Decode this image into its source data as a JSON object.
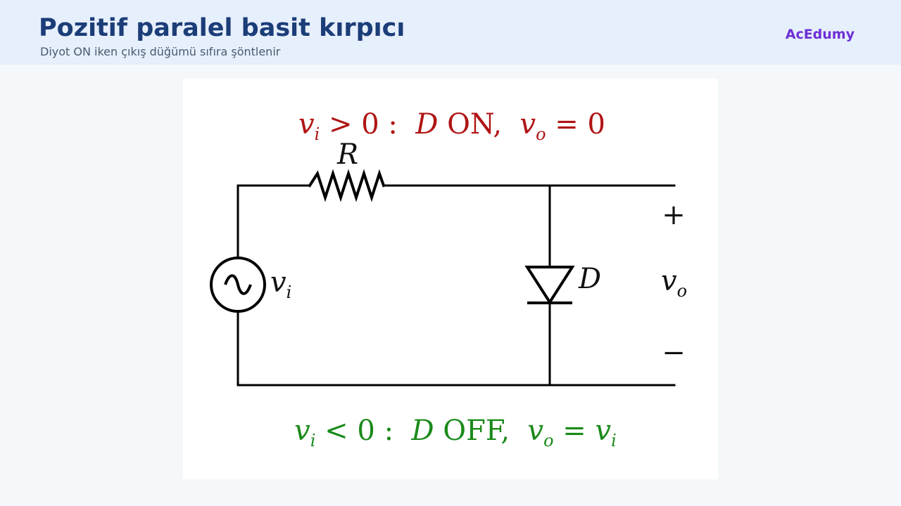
{
  "header": {
    "title": "Pozitif paralel basit kırpıcı",
    "subtitle": "Diyot ON iken çıkış düğümü sıfıra şöntlenir",
    "brand": "AcEdumy"
  },
  "diagram": {
    "condition_on": {
      "v": "v",
      "i": "i",
      "relation": " > 0 :  ",
      "diode": "D",
      "state": " ON,  ",
      "vo_v": "v",
      "vo_o": "o",
      "result": " = 0",
      "color": "#b01414"
    },
    "condition_off": {
      "v": "v",
      "i": "i",
      "relation": " < 0 :  ",
      "diode": "D",
      "state": " OFF,  ",
      "vo_v": "v",
      "vo_o": "o",
      "eq": " = ",
      "res_v": "v",
      "res_i": "i",
      "color": "#1a8a1a"
    },
    "labels": {
      "resistor": "R",
      "diode": "D",
      "source_v": "v",
      "source_i": "i",
      "output_v": "v",
      "output_o": "o",
      "plus": "+",
      "minus": "−"
    }
  }
}
